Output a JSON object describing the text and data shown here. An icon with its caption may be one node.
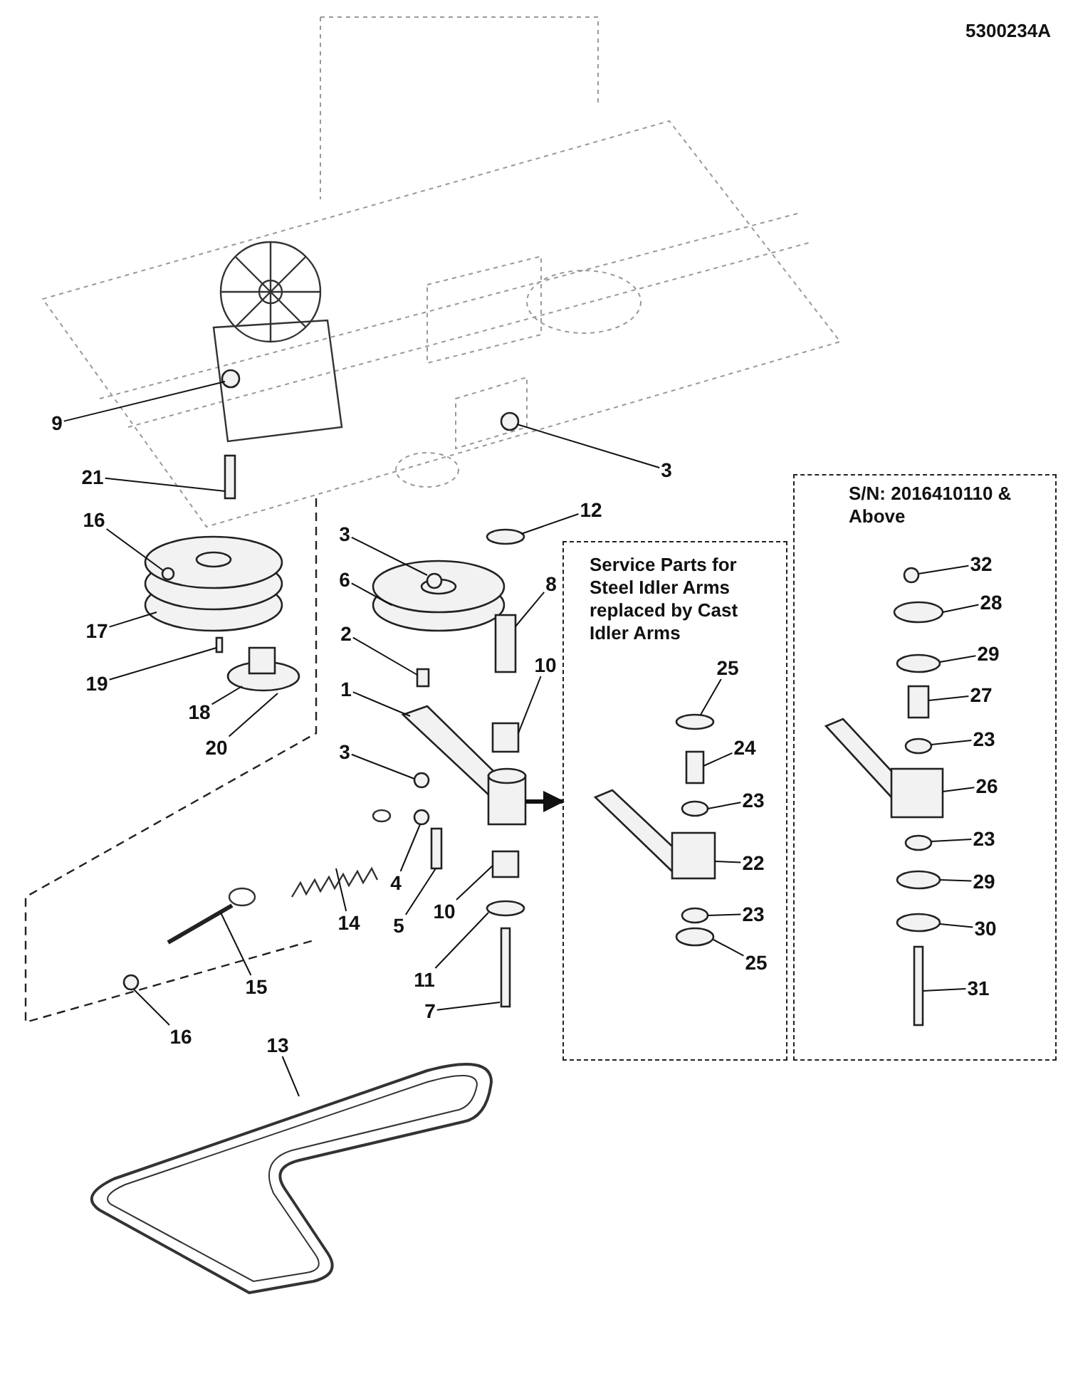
{
  "diagram": {
    "nodes": [
      {
        "text": [
          "9"
        ]
      },
      {
        "text": [
          "3"
        ]
      },
      {
        "text": [
          "21"
        ]
      },
      {
        "text": [
          "16"
        ]
      },
      {
        "text": [
          "12"
        ]
      },
      {
        "text": [
          "3"
        ]
      },
      {
        "text": [
          "6"
        ]
      },
      {
        "text": [
          "8"
        ]
      },
      {
        "text": [
          "17"
        ]
      },
      {
        "text": [
          "2"
        ]
      },
      {
        "text": [
          "10"
        ]
      },
      {
        "text": [
          "19"
        ]
      },
      {
        "text": [
          "1"
        ]
      },
      {
        "text": [
          "18"
        ]
      },
      {
        "text": [
          "20"
        ]
      },
      {
        "text": [
          "3"
        ]
      },
      {
        "text": [
          "14"
        ]
      },
      {
        "text": [
          "4"
        ]
      },
      {
        "text": [
          "5"
        ]
      },
      {
        "text": [
          "10"
        ]
      },
      {
        "text": [
          "15"
        ]
      },
      {
        "text": [
          "11"
        ]
      },
      {
        "text": [
          "16"
        ]
      },
      {
        "text": [
          "7"
        ]
      },
      {
        "text": [
          "13"
        ]
      },
      {
        "text": [
          "Service Parts for Steel Idler Arms replaced by Cast Idler Arms"
        ]
      },
      {
        "text": [
          "25"
        ],
        "in": 25
      },
      {
        "text": [
          "24"
        ],
        "in": 25
      },
      {
        "text": [
          "23"
        ],
        "in": 25
      },
      {
        "text": [
          "22"
        ],
        "in": 25
      },
      {
        "text": [
          "23"
        ],
        "in": 25
      },
      {
        "text": [
          "25"
        ],
        "in": 25
      },
      {
        "text": [
          "S/N: 2016410110 & Above"
        ]
      },
      {
        "text": [
          "32"
        ],
        "in": 32
      },
      {
        "text": [
          "28"
        ],
        "in": 32
      },
      {
        "text": [
          "29"
        ],
        "in": 32
      },
      {
        "text": [
          "27"
        ],
        "in": 32
      },
      {
        "text": [
          "23"
        ],
        "in": 32
      },
      {
        "text": [
          "26"
        ],
        "in": 32
      },
      {
        "text": [
          "23"
        ],
        "in": 32
      },
      {
        "text": [
          "29"
        ],
        "in": 32
      },
      {
        "text": [
          "30"
        ],
        "in": 32
      },
      {
        "text": [
          "31"
        ],
        "in": 32
      }
    ],
    "edges": [
      {
        "from": 0,
        "to": null,
        "arrow": "none"
      },
      {
        "from": 1,
        "to": null,
        "arrow": "none"
      },
      {
        "from": 2,
        "to": null,
        "arrow": "none"
      },
      {
        "from": 3,
        "to": null,
        "arrow": "none"
      },
      {
        "from": 4,
        "to": null,
        "arrow": "none"
      },
      {
        "from": 5,
        "to": null,
        "arrow": "none"
      },
      {
        "from": 6,
        "to": null,
        "arrow": "none"
      },
      {
        "from": 7,
        "to": null,
        "arrow": "none"
      },
      {
        "from": 8,
        "to": null,
        "arrow": "none"
      },
      {
        "from": 9,
        "to": null,
        "arrow": "none"
      },
      {
        "from": 10,
        "to": null,
        "arrow": "none"
      },
      {
        "from": 11,
        "to": null,
        "arrow": "none"
      },
      {
        "from": 12,
        "to": null,
        "arrow": "none"
      },
      {
        "from": 13,
        "to": null,
        "arrow": "none"
      },
      {
        "from": 14,
        "to": null,
        "arrow": "none"
      },
      {
        "from": 15,
        "to": null,
        "arrow": "none"
      },
      {
        "from": 16,
        "to": null,
        "arrow": "none"
      },
      {
        "from": 17,
        "to": null,
        "arrow": "none"
      },
      {
        "from": 18,
        "to": null,
        "arrow": "none"
      },
      {
        "from": 19,
        "to": null,
        "arrow": "none"
      },
      {
        "from": 20,
        "to": null,
        "arrow": "none"
      },
      {
        "from": 21,
        "to": null,
        "arrow": "none"
      },
      {
        "from": 22,
        "to": null,
        "arrow": "none"
      },
      {
        "from": 23,
        "to": null,
        "arrow": "none"
      },
      {
        "from": 24,
        "to": null,
        "arrow": "none"
      },
      {
        "from": 26,
        "to": null,
        "arrow": "none"
      },
      {
        "from": 27,
        "to": null,
        "arrow": "none"
      },
      {
        "from": 28,
        "to": null,
        "arrow": "none"
      },
      {
        "from": 29,
        "to": null,
        "arrow": "none"
      },
      {
        "from": 30,
        "to": null,
        "arrow": "none"
      },
      {
        "from": 31,
        "to": null,
        "arrow": "none"
      },
      {
        "from": 33,
        "to": null,
        "arrow": "none"
      },
      {
        "from": 34,
        "to": null,
        "arrow": "none"
      },
      {
        "from": 35,
        "to": null,
        "arrow": "none"
      },
      {
        "from": 36,
        "to": null,
        "arrow": "none"
      },
      {
        "from": 37,
        "to": null,
        "arrow": "none"
      },
      {
        "from": 38,
        "to": null,
        "arrow": "none"
      },
      {
        "from": 39,
        "to": null,
        "arrow": "none"
      },
      {
        "from": 40,
        "to": null,
        "arrow": "none"
      },
      {
        "from": 41,
        "to": null,
        "arrow": "none"
      },
      {
        "from": 42,
        "to": null,
        "arrow": "none"
      },
      {
        "from": null,
        "to": 25,
        "arrow": "to",
        "style": "thick"
      }
    ],
    "labels": [
      "5300234A"
    ]
  }
}
